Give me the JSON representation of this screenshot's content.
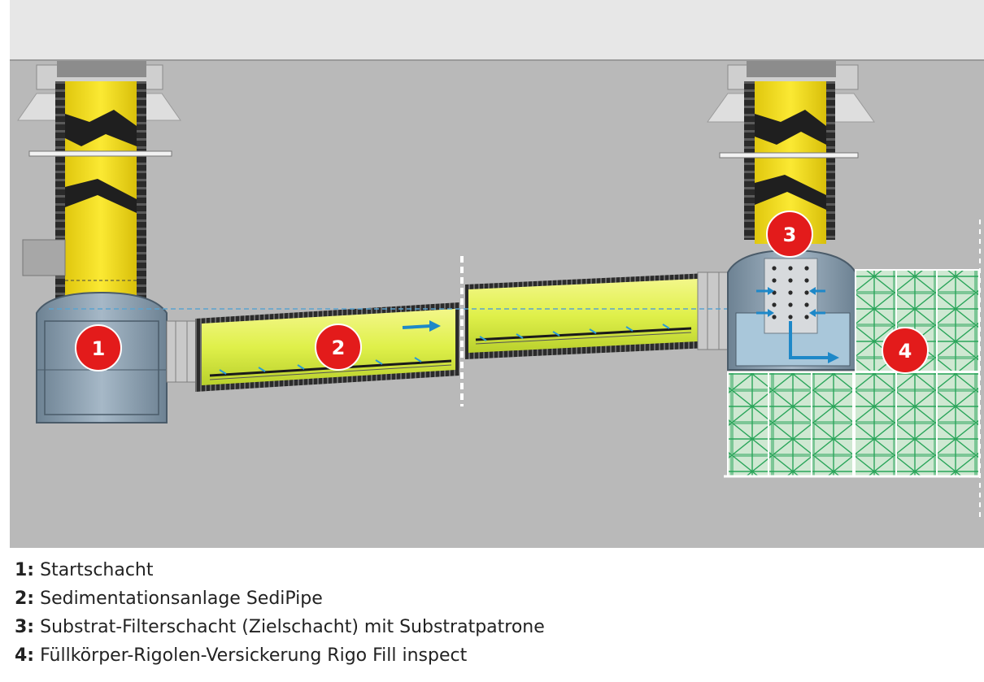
{
  "legend": [
    {
      "num": "1:",
      "text": "Startschacht"
    },
    {
      "num": "2:",
      "text": "Sedimentationsanlage SediPipe"
    },
    {
      "num": "3:",
      "text": "Substrat-Filterschacht (Zielschacht) mit Substratpatrone"
    },
    {
      "num": "4:",
      "text": "Füllkörper-Rigolen-Versickerung Rigo Fill inspect"
    }
  ],
  "badges": [
    "1",
    "2",
    "3",
    "4"
  ],
  "colors": {
    "ground": "#b9b9b9",
    "surface": "#e7e7e7",
    "shaft_yellow": "#f5e21c",
    "pipe_yellow_green": "#dff04a",
    "corrugation": "#1a1a1a",
    "chamber_blue_gray": "#8ea3b5",
    "rigole_green": "#2aa55a",
    "flow_arrow": "#1e88c8",
    "badge_red": "#e31b1b"
  }
}
